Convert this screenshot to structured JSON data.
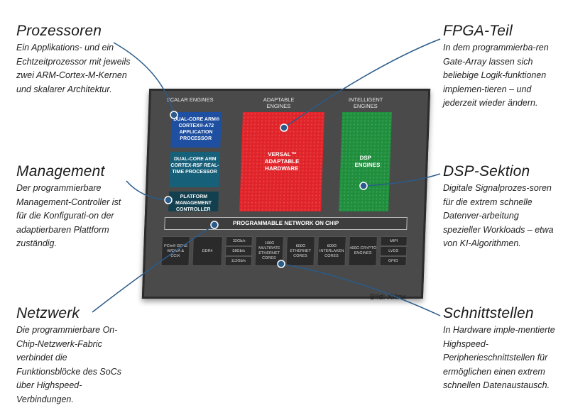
{
  "callouts": {
    "prozessoren": {
      "title": "Prozessoren",
      "text": "Ein Applikations- und ein Echtzeitprozessor mit jeweils zwei ARM-Cortex-M-Kernen und skalarer Architektur."
    },
    "management": {
      "title": "Management",
      "text": "Der programmierbare Management-Controller ist für die Konfigurati-on der adaptierbaren Plattform zuständig."
    },
    "netzwerk": {
      "title": "Netzwerk",
      "text": "Die programmierbare On-Chip-Netzwerk-Fabric verbindet die Funktionsblöcke des SoCs über Highspeed-Verbindungen."
    },
    "fpga": {
      "title": "FPGA-Teil",
      "text": "In dem programmierba-ren Gate-Array lassen sich beliebige Logik-funktionen implemen-tieren – und jederzeit wieder ändern."
    },
    "dsp": {
      "title": "DSP-Sektion",
      "text": "Digitale Signalprozes-soren für die extrem schnelle Datenver-arbeitung spezieller Workloads – etwa von KI-Algorithmen."
    },
    "schnittstellen": {
      "title": "Schnittstellen",
      "text": "In Hardware imple-mentierte Highspeed-Peripherieschnittstellen für ermöglichen einen extrem schnellen Datenaustausch."
    }
  },
  "chip": {
    "scalar_header": "SCALAR ENGINES",
    "adaptable_header": "ADAPTABLE ENGINES",
    "intelligent_header": "INTELLIGENT ENGINES",
    "app_proc": "DUAL-CORE ARM® CORTEX®-A72 APPLICATION PROCESSOR",
    "rt_proc": "DUAL-CORE ARM CORTEX-R5F REAL-TIME PROCESSOR",
    "pmc": "PLATFORM MANAGEMENT CONTROLLER",
    "versal": "VERSAL™ ADAPTABLE HARDWARE",
    "dsp": "DSP ENGINES",
    "noc": "PROGRAMMABLE NETWORK ON CHIP",
    "io": {
      "pcie": "PCIe® GEN5 W/DMA & CCIX",
      "ddr": "DDR4",
      "g32": "32Gb/s",
      "g58": "58Gb/s",
      "g112": "112Gb/s",
      "eth100": "100G MULTIRATE ETHERNET CORES",
      "eth600": "600G ETHERNET CORES",
      "interlaken": "600G INTERLAKEN CORES",
      "crypto": "400G CRYPTO ENGINES",
      "mipi": "MIPI",
      "lvds": "LVDS",
      "gpio": "GPIO"
    }
  },
  "credit": "Bild: Xilinx",
  "colors": {
    "scalar": "#1f4fa0",
    "fpga": "#e0242a",
    "dsp": "#1f8f3d",
    "chip": "#4a4a4a",
    "line": "#2a5b8a"
  }
}
